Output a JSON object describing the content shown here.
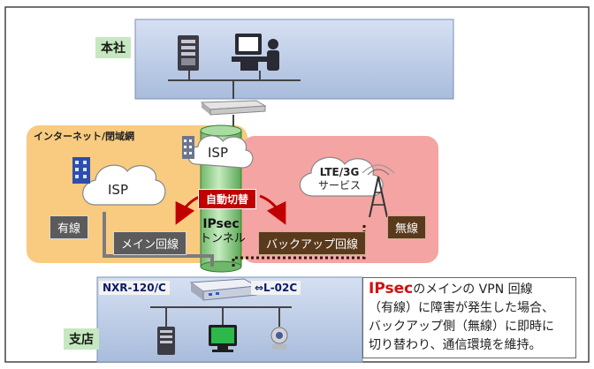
{
  "sites": {
    "hq": "本社",
    "branch": "支店"
  },
  "networks": {
    "internet_label": "インターネット/閉域網",
    "isp_left": "ISP",
    "isp_tunnel": "ISP",
    "wired": "有線",
    "wireless": "無線",
    "lte_line1": "LTE/3G",
    "lte_line2": "サービス"
  },
  "tunnel": {
    "line1": "IPsec",
    "line2": "トンネル"
  },
  "switching": "自動切替",
  "lines": {
    "main": "メイン回線",
    "backup": "バックアップ回線"
  },
  "devices": {
    "router": "NXR-120/C",
    "lte_module": "⇔L-02C"
  },
  "note": {
    "highlight": "IPsec",
    "line1_rest": "のメインの VPN 回線",
    "line2": "（有線）に障害が発生した場合、",
    "line3": "バックアップ側（無線）に即時に",
    "line4": "切り替わり、通信環境を維持。"
  },
  "icons": [
    "server-icon",
    "workstation-icon",
    "router-icon",
    "building-icon",
    "cloud-icon",
    "antenna-tower-icon",
    "monitor-icon",
    "webcam-icon"
  ],
  "colors": {
    "wired_zone": "#f8cb80",
    "wireless_zone": "#f4a4a2",
    "site_box": "#b8c8e4",
    "tunnel": "#8cca84",
    "switch_accent": "#c00000"
  }
}
